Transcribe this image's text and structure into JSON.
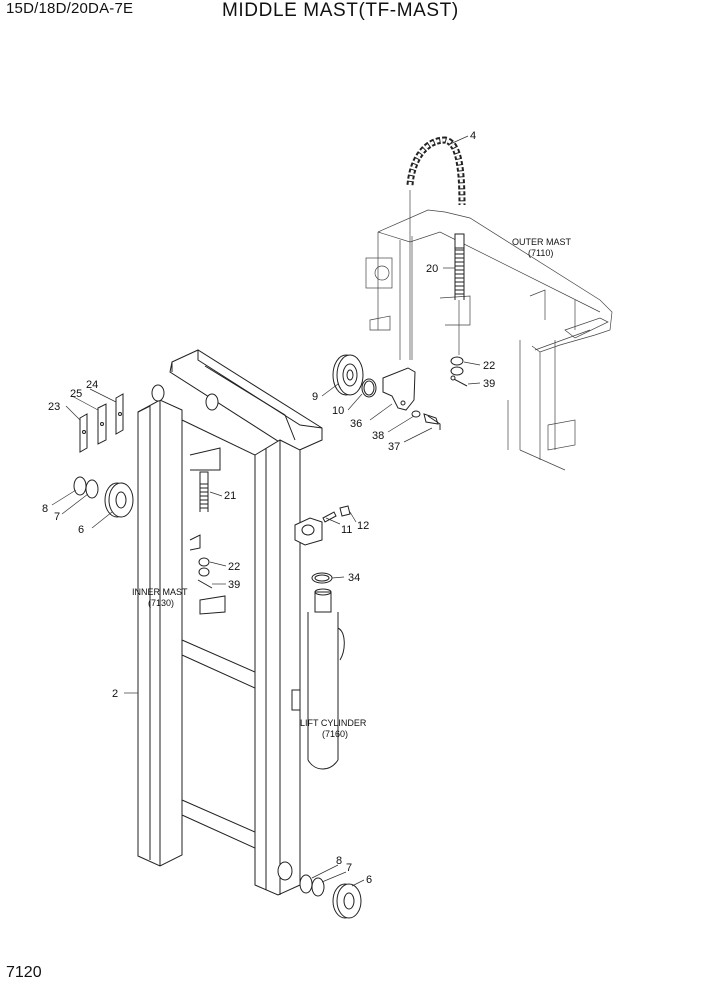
{
  "header": {
    "model": "15D/18D/20DA-7E",
    "title": "MIDDLE MAST(TF-MAST)"
  },
  "page_number": "7120",
  "callouts": {
    "c4": "4",
    "c20": "20",
    "c22a": "22",
    "c39a": "39",
    "c9": "9",
    "c10": "10",
    "c36": "36",
    "c38": "38",
    "c37": "37",
    "c24": "24",
    "c25": "25",
    "c23": "23",
    "c8a": "8",
    "c7a": "7",
    "c6a": "6",
    "c21": "21",
    "c11": "11",
    "c12": "12",
    "c34": "34",
    "c22b": "22",
    "c39b": "39",
    "c2": "2",
    "c8b": "8",
    "c7b": "7",
    "c6b": "6"
  },
  "captions": {
    "outer_mast": "OUTER MAST",
    "outer_mast_ref": "(7110)",
    "inner_mast": "INNER MAST",
    "inner_mast_ref": "(7130)",
    "lift_cylinder": "LIFT CYLINDER",
    "lift_cylinder_ref": "(7160)"
  }
}
